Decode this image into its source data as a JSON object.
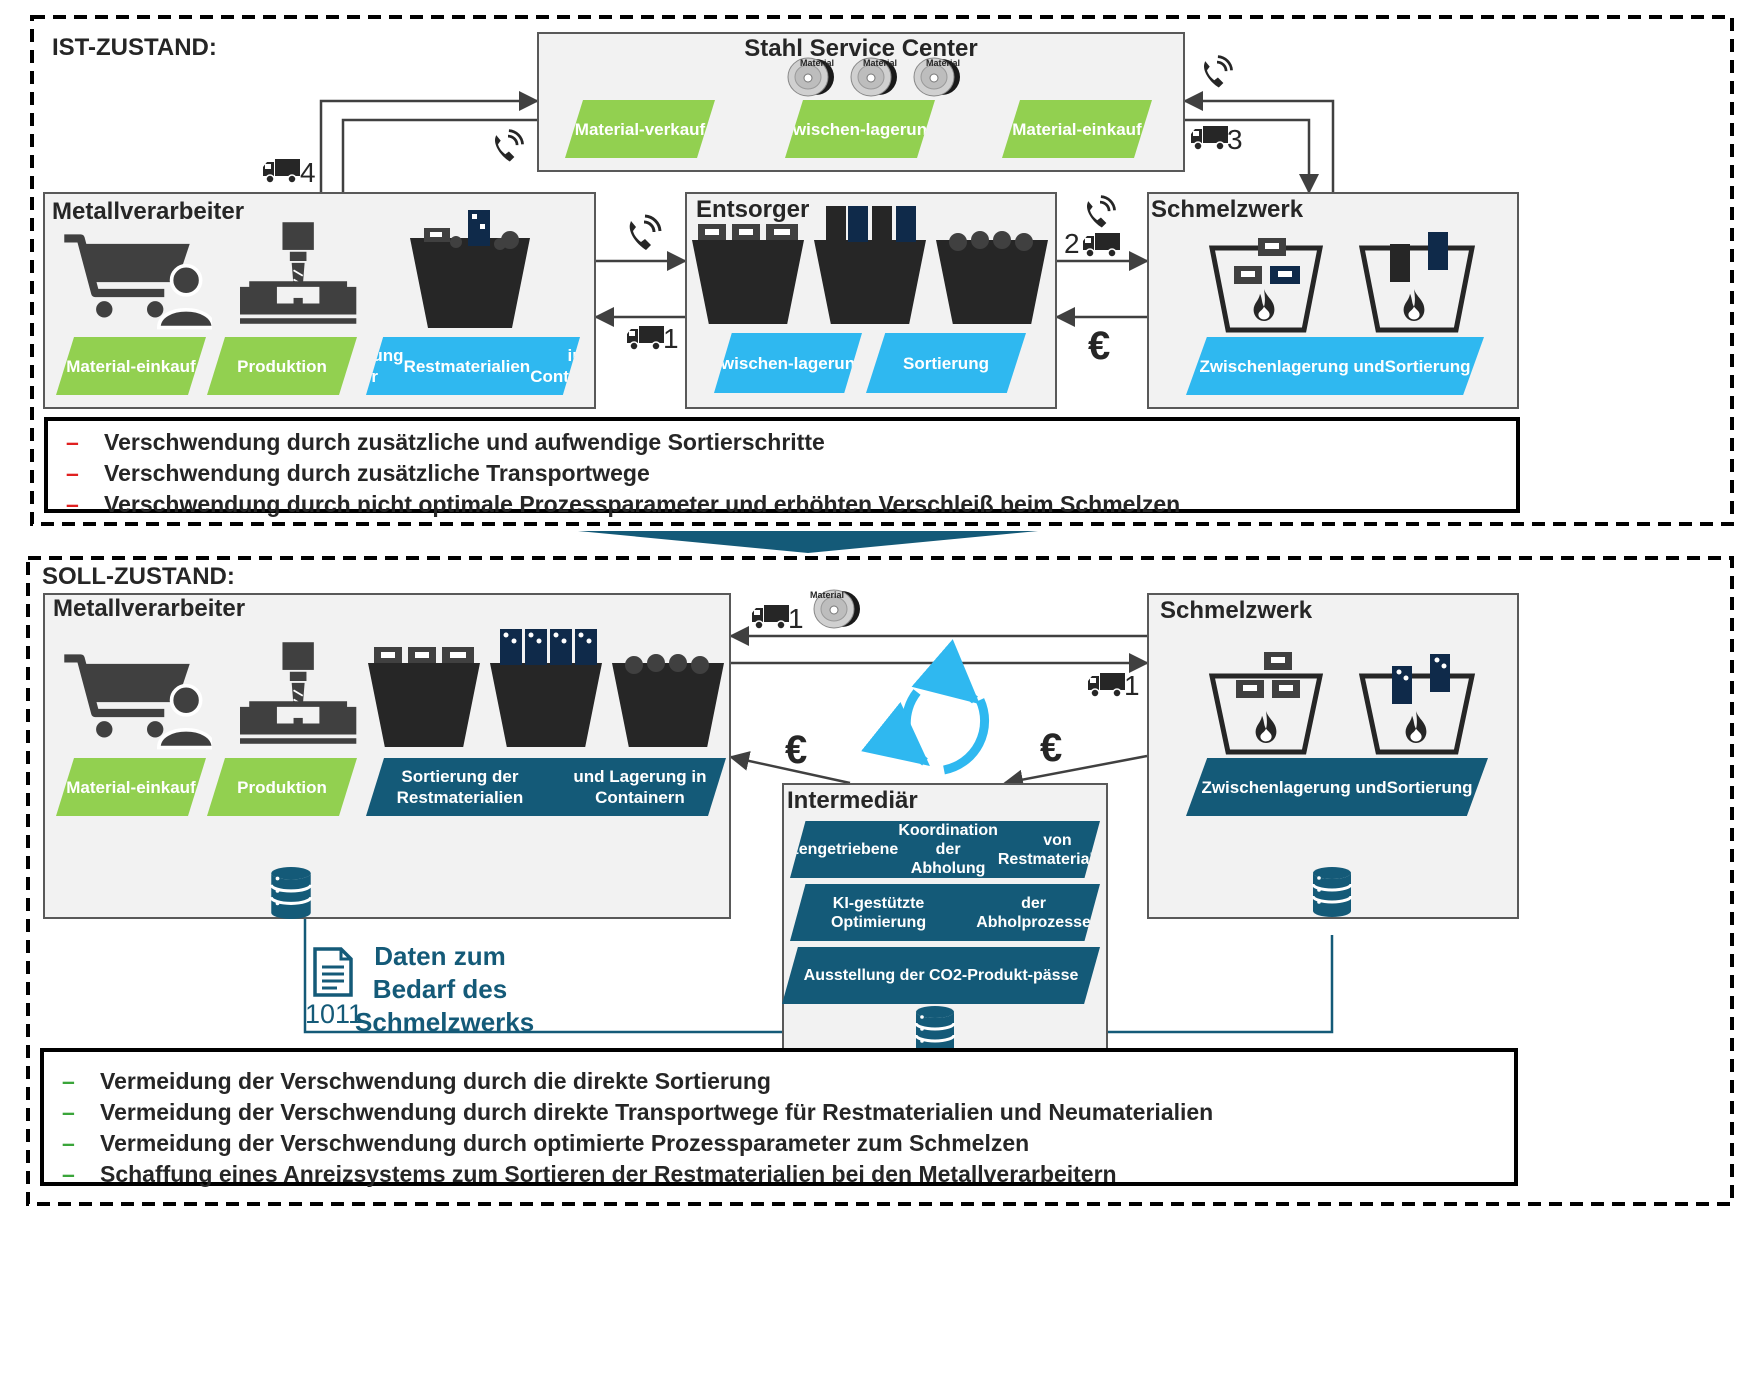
{
  "ist": {
    "label": "IST-ZUSTAND:",
    "ssc": {
      "title": "Stahl Service Center",
      "roll_label": "Material",
      "blocks": [
        {
          "lines": [
            "Material-",
            "verkauf"
          ]
        },
        {
          "lines": [
            "Zwischen-",
            "lagerung"
          ]
        },
        {
          "lines": [
            "Material-",
            "einkauf"
          ]
        }
      ]
    },
    "metall": {
      "title": "Metallverarbeiter",
      "blocks": [
        {
          "lines": [
            "Material-",
            "einkauf"
          ]
        },
        {
          "lines": [
            "Produktion"
          ]
        },
        {
          "lines": [
            "Lagerung der",
            "Restmaterialien",
            "in Containern"
          ]
        }
      ]
    },
    "entsorger": {
      "title": "Entsorger",
      "blocks": [
        {
          "lines": [
            "Zwischen-",
            "lagerung"
          ]
        },
        {
          "lines": [
            "Sortierung"
          ]
        }
      ]
    },
    "schmelz": {
      "title": "Schmelzwerk",
      "blocks": [
        {
          "lines": [
            "Zwischenlagerung und",
            "Sortierung"
          ]
        }
      ]
    },
    "numbers": {
      "n1": "1",
      "n2": "2",
      "n3": "3",
      "n4": "4"
    },
    "euro": "€",
    "waste": [
      {
        "dash": "–",
        "text": "Verschwendung durch zusätzliche und aufwendige Sortierschritte"
      },
      {
        "dash": "–",
        "text": "Verschwendung durch zusätzliche Transportwege"
      },
      {
        "dash": "–",
        "text": "Verschwendung durch nicht optimale Prozessparameter und erhöhten Verschleiß beim Schmelzen"
      }
    ]
  },
  "soll": {
    "label": "SOLL-ZUSTAND:",
    "metall": {
      "title": "Metallverarbeiter",
      "blocks": [
        {
          "lines": [
            "Material-",
            "einkauf"
          ]
        },
        {
          "lines": [
            "Produktion"
          ]
        },
        {
          "lines": [
            "Sortierung der Restmaterialien",
            "und Lagerung in Containern"
          ]
        }
      ]
    },
    "schmelz": {
      "title": "Schmelzwerk",
      "blocks": [
        {
          "lines": [
            "Zwischenlagerung und",
            "Sortierung"
          ]
        }
      ]
    },
    "intermediaer": {
      "title": "Intermediär",
      "blocks": [
        {
          "lines": [
            "Datengetriebene",
            "Koordination der Abholung",
            "von Restmaterialien"
          ]
        },
        {
          "lines": [
            "KI-gestützte Optimierung",
            "der Abholprozesse"
          ]
        },
        {
          "lines": [
            "Ausstellung der CO2-",
            "Produkt-pässe"
          ]
        }
      ]
    },
    "roll_label": "Material",
    "numbers": {
      "top": "1",
      "bottom": "1"
    },
    "euro": "€",
    "daten": [
      "Daten zum",
      "Bedarf des",
      "Schmelzwerks"
    ],
    "binary": "1011",
    "benefits": [
      {
        "dash": "–",
        "text": "Vermeidung der Verschwendung durch die direkte Sortierung"
      },
      {
        "dash": "–",
        "text": "Vermeidung der Verschwendung durch direkte Transportwege für Restmaterialien und Neumaterialien"
      },
      {
        "dash": "–",
        "text": "Vermeidung der Verschwendung durch optimierte Prozessparameter zum Schmelzen"
      },
      {
        "dash": "–",
        "text": "Schaffung eines Anreizsystems zum Sortieren der Restmaterialien bei den Metallverarbeitern"
      }
    ]
  },
  "colors": {
    "green": "#92d050",
    "blue": "#2fb8f0",
    "dark_blue": "#145a78",
    "navy": "#0f2a4a",
    "icon": "#404040",
    "red_dash": "#e02020",
    "green_dash": "#3aa53a",
    "cycle": "#2fb8f0"
  }
}
